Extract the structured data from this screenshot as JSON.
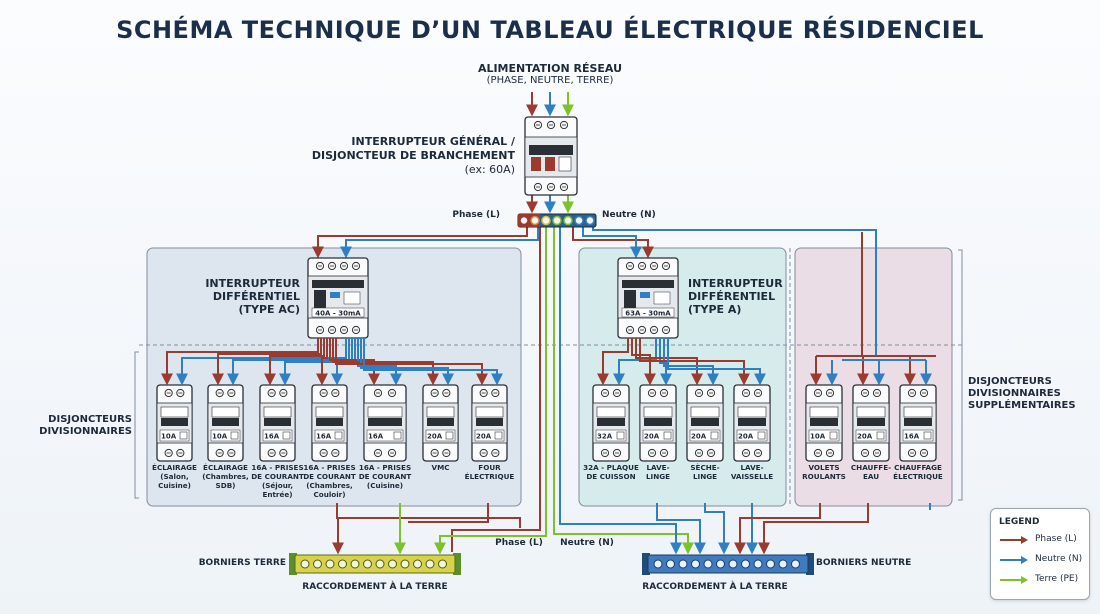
{
  "title": "SCHÉMA TECHNIQUE D’UN TABLEAU ÉLECTRIQUE RÉSIDENCIEL",
  "supply": {
    "title": "ALIMENTATION RÉSEAU",
    "sub": "(PHASE, NEUTRE, TERRE)"
  },
  "main_switch": {
    "line1": "INTERRUPTEUR GÉNÉRAL /",
    "line2": "DISJONCTEUR DE BRANCHEMENT",
    "line3": "(ex: 60A)"
  },
  "distribution": {
    "phase_label": "Phase (L)",
    "neutral_label": "Neutre (N)"
  },
  "rcd_ac": {
    "line1": "INTERRUPTEUR",
    "line2": "DIFFÉRENTIEL",
    "line3": "(TYPE AC)",
    "rating": "40A - 30mA"
  },
  "rcd_a": {
    "line1": "INTERRUPTEUR",
    "line2": "DIFFÉRENTIEL",
    "line3": "(TYPE A)",
    "rating": "63A - 30mA"
  },
  "group_labels": {
    "left_1": "DISJONCTEURS",
    "left_2": "DIVISIONNAIRES",
    "right_1": "DISJONCTEURS",
    "right_2": "DIVISIONNAIRES",
    "right_3": "SUPPLÉMENTAIRES"
  },
  "breakers_ac": [
    {
      "rating": "10A",
      "label": [
        "ÉCLAIRAGE",
        "(Salon,",
        "Cuisine)"
      ]
    },
    {
      "rating": "10A",
      "label": [
        "ÉCLAIRAGE",
        "(Chambres,",
        "SDB)"
      ]
    },
    {
      "rating": "16A",
      "label": [
        "16A - PRISES",
        "DE COURANT",
        "(Séjour,",
        "Entrée)"
      ]
    },
    {
      "rating": "16A",
      "label": [
        "16A - PRISES",
        "DE COURANT",
        "(Chambres,",
        "Couloir)"
      ]
    },
    {
      "rating": "16A",
      "label": [
        "16A - PRISES",
        "DE COURANT",
        "(Cuisine)"
      ]
    },
    {
      "rating": "20A",
      "label": [
        "VMC"
      ]
    },
    {
      "rating": "20A",
      "label": [
        "FOUR",
        "ÉLECTRIQUE"
      ]
    }
  ],
  "breakers_a": [
    {
      "rating": "32A",
      "label": [
        "32A - PLAQUE",
        "DE CUISSON"
      ]
    },
    {
      "rating": "20A",
      "label": [
        "LAVE-",
        "LINGE"
      ]
    },
    {
      "rating": "20A",
      "label": [
        "SÈCHE-",
        "LINGE"
      ]
    },
    {
      "rating": "20A",
      "label": [
        "LAVE-",
        "VAISSELLE"
      ]
    }
  ],
  "breakers_extra": [
    {
      "rating": "10A",
      "label": [
        "VOLETS",
        "ROULANTS"
      ]
    },
    {
      "rating": "20A",
      "label": [
        "CHAUFFE-",
        "EAU"
      ]
    },
    {
      "rating": "16A",
      "label": [
        "CHAUFFAGE",
        "ÉLECTRIQUE"
      ]
    }
  ],
  "bottom": {
    "phase_label": "Phase (L)",
    "neutral_label": "Neutre (N)",
    "earth_bar_label": "BORNIERS TERRE",
    "earth_bar_caption": "RACCORDEMENT À LA TERRE",
    "neutral_bar_label": "BORNIERS NEUTRE",
    "neutral_bar_caption": "RACCORDEMENT À LA TERRE"
  },
  "legend": {
    "title": "LEGEND",
    "items": [
      {
        "label": "Phase (L)",
        "color": "#9b3a2e"
      },
      {
        "label": "Neutre (N)",
        "color": "#2f7fc4"
      },
      {
        "label": "Terre (PE)",
        "color": "#7bc22b"
      }
    ]
  },
  "colors": {
    "phase": "#9b3a2e",
    "neutral": "#2f7fc4",
    "earth": "#7bc22b",
    "title": "#1b2f4a"
  }
}
